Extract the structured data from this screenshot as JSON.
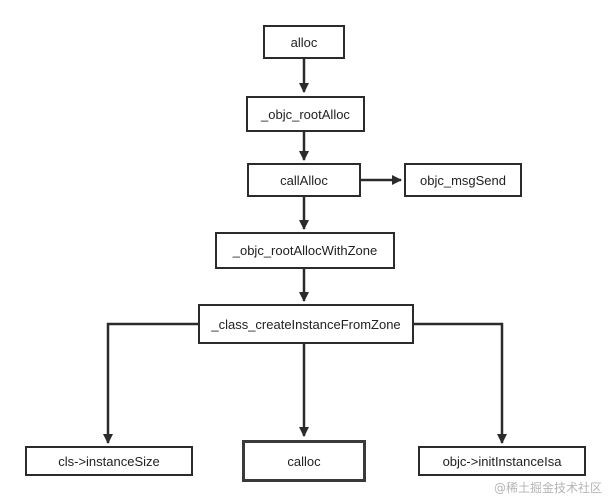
{
  "diagram": {
    "nodes": {
      "alloc": "alloc",
      "objc_rootAlloc": "_objc_rootAlloc",
      "callAlloc": "callAlloc",
      "objc_msgSend": "objc_msgSend",
      "objc_rootAllocWithZone": "_objc_rootAllocWithZone",
      "class_createInstanceFromZone": "_class_createInstanceFromZone",
      "instanceSize": "cls->instanceSize",
      "calloc": "calloc",
      "initInstanceIsa": "objc->initInstanceIsa"
    },
    "edges": [
      [
        "alloc",
        "objc_rootAlloc"
      ],
      [
        "objc_rootAlloc",
        "callAlloc"
      ],
      [
        "callAlloc",
        "objc_msgSend"
      ],
      [
        "callAlloc",
        "objc_rootAllocWithZone"
      ],
      [
        "objc_rootAllocWithZone",
        "class_createInstanceFromZone"
      ],
      [
        "class_createInstanceFromZone",
        "instanceSize"
      ],
      [
        "class_createInstanceFromZone",
        "calloc"
      ],
      [
        "class_createInstanceFromZone",
        "initInstanceIsa"
      ]
    ]
  },
  "watermark": "@稀土掘金技术社区",
  "colors": {
    "line": "#2b2b2b",
    "text": "#222222",
    "watermark": "#b5b5b5"
  }
}
